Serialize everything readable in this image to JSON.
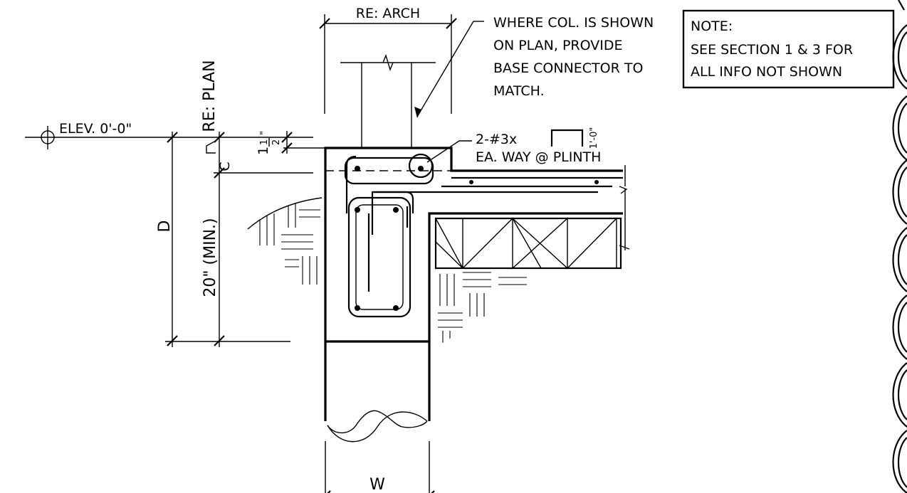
{
  "labels": {
    "re_arch": "RE: ARCH",
    "re_plan": "RE: PLAN",
    "elev": "ELEV. 0'-0\"",
    "d": "D",
    "min20": "20\" (MIN.)",
    "c": "C",
    "frac_whole": "1",
    "frac_num": "1",
    "frac_den": "2",
    "frac_inch": "\"",
    "w": "W",
    "bar_prefix": "2-#3x",
    "bar_len": "1'-0\"",
    "bar_line2": "EA. WAY @ PLINTH"
  },
  "callout": {
    "line1": "WHERE COL. IS SHOWN",
    "line2": "ON PLAN, PROVIDE",
    "line3": "BASE CONNECTOR TO",
    "line4": "MATCH."
  },
  "note": {
    "title": "NOTE:",
    "line1": "SEE SECTION 1 & 3 FOR",
    "line2": "ALL INFO NOT SHOWN"
  }
}
